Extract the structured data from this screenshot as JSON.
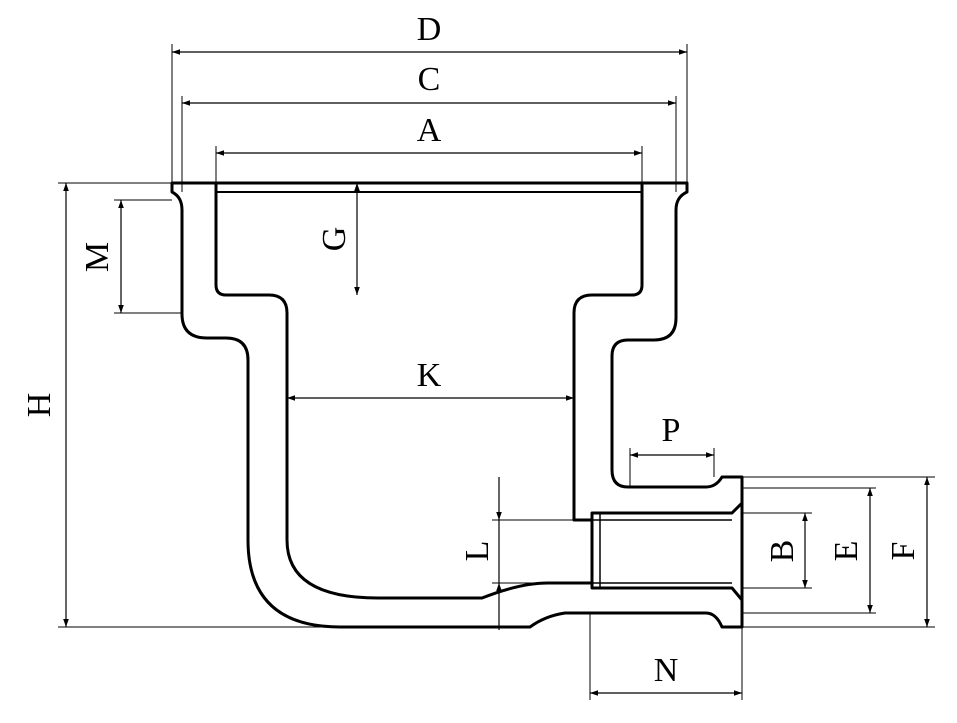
{
  "dimension_labels": {
    "D": "D",
    "C": "C",
    "A": "A",
    "G": "G",
    "M": "M",
    "H": "H",
    "K": "K",
    "P": "P",
    "L": "L",
    "B": "B",
    "E": "E",
    "F": "F",
    "N": "N"
  },
  "colors": {
    "line": "#000000",
    "background": "#ffffff"
  }
}
